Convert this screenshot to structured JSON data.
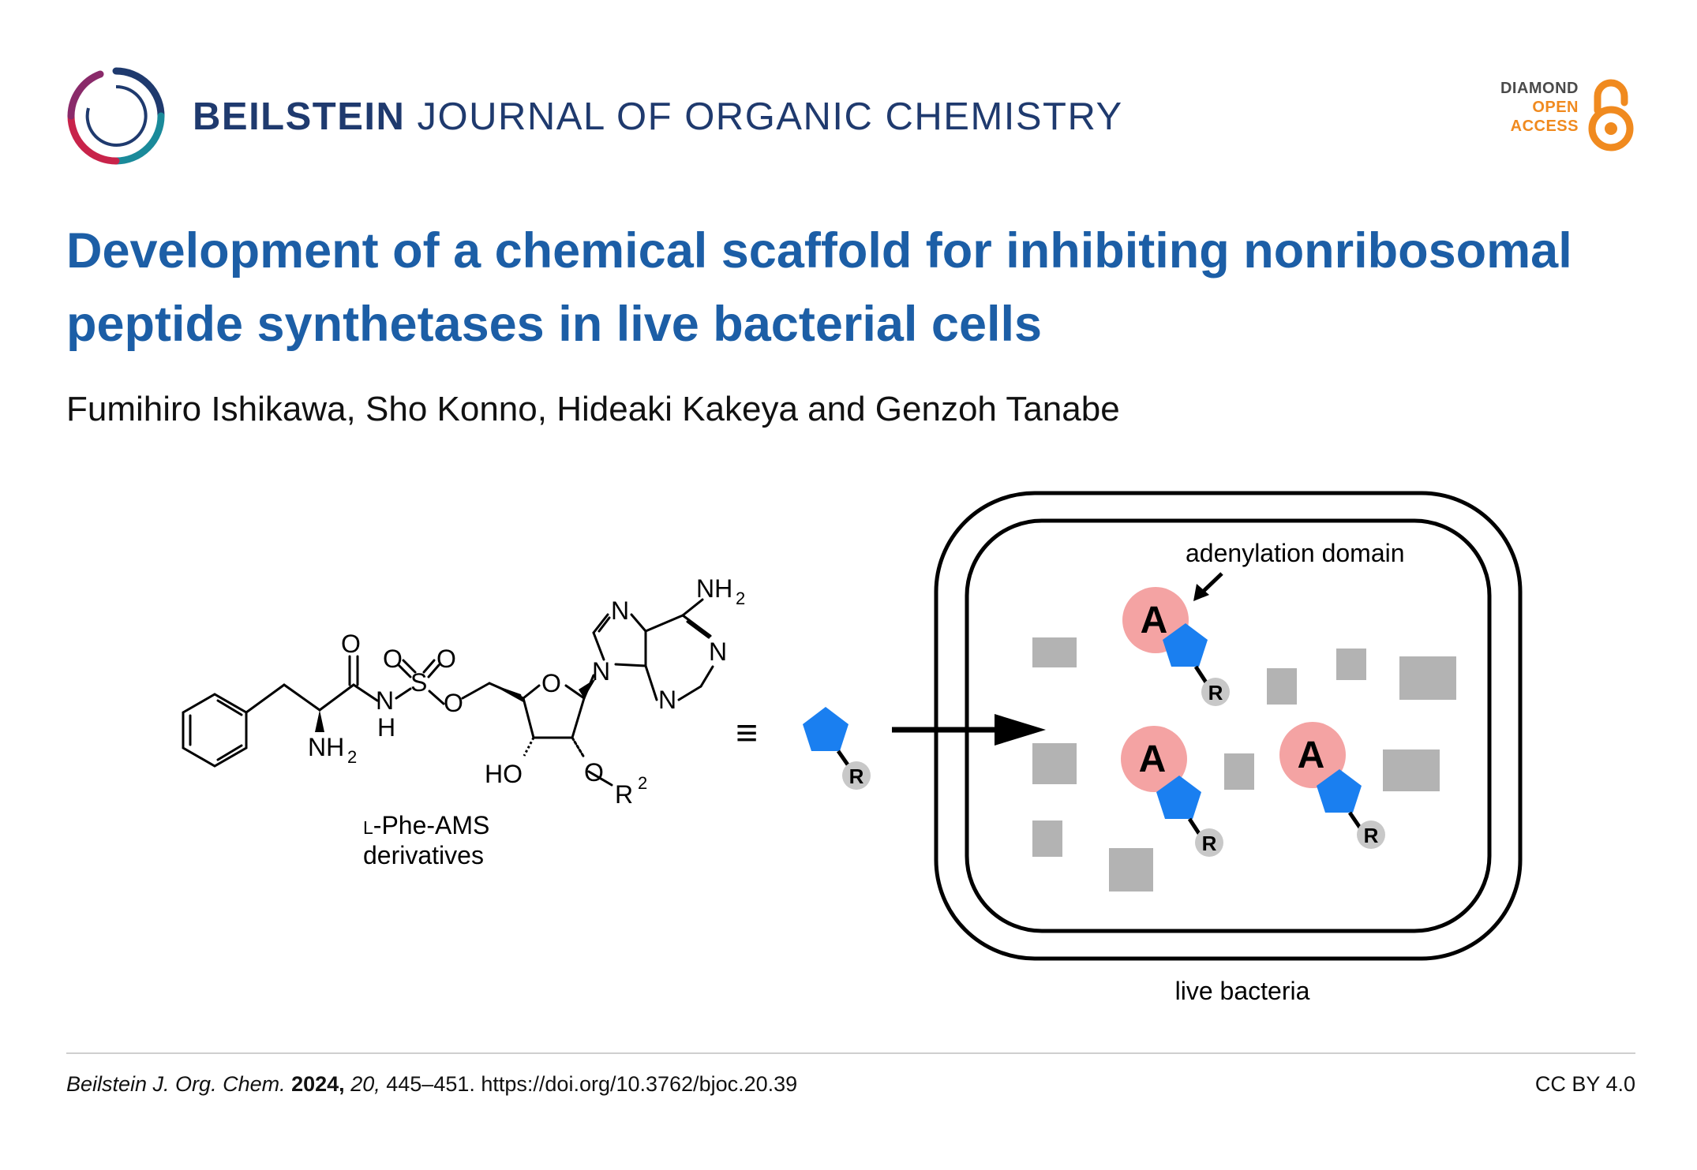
{
  "header": {
    "journal_bold": "BEILSTEIN",
    "journal_rest": " JOURNAL OF ORGANIC CHEMISTRY",
    "badge": {
      "line1": "DIAMOND",
      "line2": "OPEN",
      "line3": "ACCESS",
      "color_dark": "#4a4a4a",
      "color_accent": "#f08a1f"
    },
    "logo_icon": "beilstein-ring-logo"
  },
  "article": {
    "title": "Development of a chemical scaffold for inhibiting nonribosomal peptide synthetases in live bacterial cells",
    "authors": "Fumihiro Ishikawa, Sho Konno, Hideaki Kakeya and Genzoh Tanabe"
  },
  "figure": {
    "atoms": {
      "O": "O",
      "S": "S",
      "N": "N",
      "H": "H",
      "NH": "NH",
      "HO": "HO",
      "R": "R",
      "sub2": "2",
      "sup2": "2"
    },
    "compound_label_line1_small": "L",
    "compound_label_line1_rest": "-Phe-AMS",
    "compound_label_line2": "derivatives",
    "equivalence_symbol": "≡",
    "r_label": "R",
    "domain_label": "A",
    "adenylation_label": "adenylation domain",
    "bacteria_label": "live bacteria",
    "colors": {
      "pentagon": "#1a7ff0",
      "domain_circle": "#f4a3a3",
      "r_circle": "#c8c8c8",
      "protein_block": "#b3b3b3",
      "title_blue": "#1c5ea6",
      "journal_navy": "#1f3a6e"
    }
  },
  "footer": {
    "journal_abbrev": "Beilstein J. Org. Chem.",
    "year": "2024,",
    "volume": "20,",
    "pages_doi": " 445–451. https://doi.org/10.3762/bjoc.20.39",
    "license": "CC BY 4.0"
  }
}
